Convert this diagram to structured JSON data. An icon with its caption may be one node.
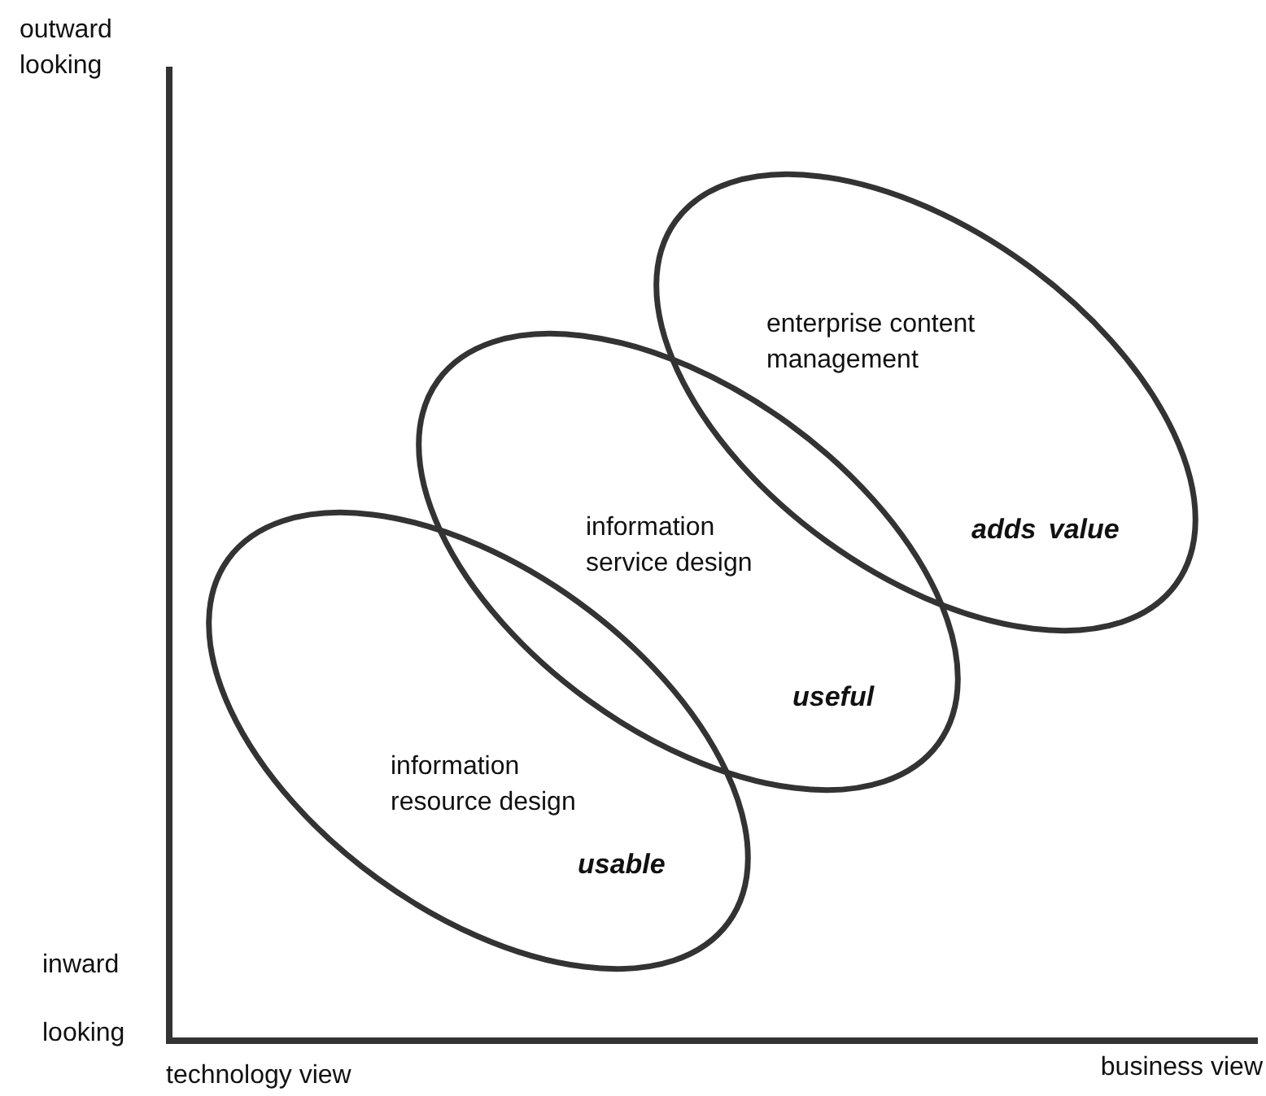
{
  "diagram": {
    "nodes": [
      {
        "text": [
          "information resource design",
          "usable"
        ]
      },
      {
        "text": [
          "information service design",
          "useful"
        ]
      },
      {
        "text": [
          "enterprise content management",
          "adds value"
        ]
      }
    ],
    "labels": [
      "outward looking",
      "inward",
      "looking",
      "technology view",
      "business view"
    ]
  }
}
